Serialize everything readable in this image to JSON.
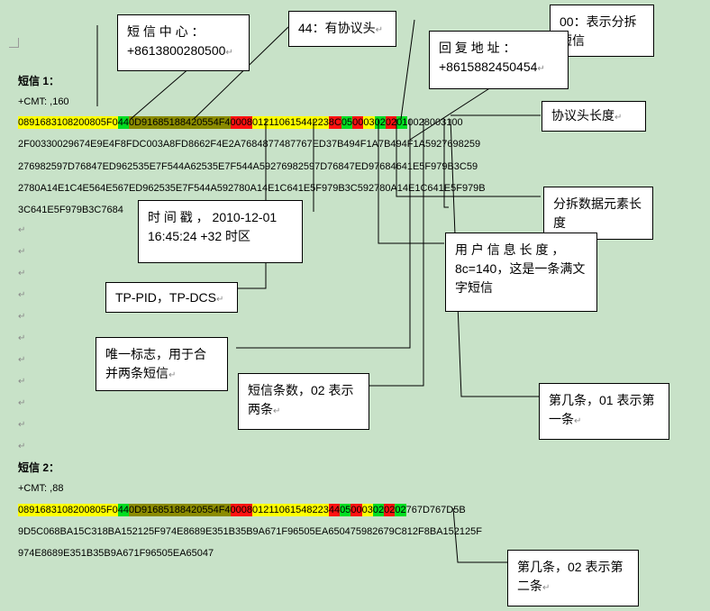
{
  "msg1": {
    "title": "短信 1：",
    "cmt": "+CMT: ,160",
    "line1": [
      {
        "t": "0891683108200805F0",
        "c": "y"
      },
      {
        "t": "44",
        "c": "g"
      },
      {
        "t": "0D91685188420554F4",
        "c": "o"
      },
      {
        "t": "0008",
        "c": "r"
      },
      {
        "t": "01211061544223",
        "c": "y"
      },
      {
        "t": "8C",
        "c": "r"
      },
      {
        "t": "05",
        "c": "g"
      },
      {
        "t": "00",
        "c": "r"
      },
      {
        "t": "03",
        "c": "y"
      },
      {
        "t": "02",
        "c": "g"
      },
      {
        "t": "02",
        "c": "r"
      },
      {
        "t": "01",
        "c": "g"
      },
      {
        "t": "0028003100",
        "c": "n"
      }
    ],
    "line2": "2F00330029674E9E4F8FDC003A8FD8662F4E2A7684877487767ED37B494F1A7B494F1A5927698259",
    "line3": "276982597D76847ED962535E7F544A62535E7F544A59276982597D76847ED97684641E5F979B3C59",
    "line4": "2780A14E1C4E564E567ED962535E7F544A592780A14E1C641E5F979B3C592780A14E1C641E5F979B",
    "line5": "3C641E5F979B3C7684"
  },
  "msg2": {
    "title": "短信 2：",
    "cmt": "+CMT: ,88",
    "line1": [
      {
        "t": "0891683108200805F0",
        "c": "y"
      },
      {
        "t": "44",
        "c": "g"
      },
      {
        "t": "0D91685188420554F4",
        "c": "o"
      },
      {
        "t": "0008",
        "c": "r"
      },
      {
        "t": "01211061548223",
        "c": "y"
      },
      {
        "t": "44",
        "c": "r"
      },
      {
        "t": "05",
        "c": "g"
      },
      {
        "t": "00",
        "c": "r"
      },
      {
        "t": "03",
        "c": "y"
      },
      {
        "t": "02",
        "c": "g"
      },
      {
        "t": "02",
        "c": "r"
      },
      {
        "t": "02",
        "c": "g"
      },
      {
        "t": "767D767D5B",
        "c": "n"
      }
    ],
    "line2": "9D5C068BA15C318BA152125F974E8689E351B35B9A671F96505EA650475982679C812F8BA152125F",
    "line3": "974E8689E351B35B9A671F96505EA65047"
  },
  "callouts": {
    "smsc": "短 信 中 心 ：+8613800280500",
    "protocol_head": "44：有协议头",
    "reply_addr": "回 复 地 址 ：+8615882450454",
    "split_flag": "00：表示分拆短信",
    "udh_len": "协议头长度",
    "split_elem_len": "分拆数据元素长度",
    "timestamp": "时 间 戳 ，  2010-12-01 16:45:24 +32 时区",
    "user_len": "用 户 信 息 长 度 ，8c=140，这是一条满文字短信",
    "pid_dcs": "TP-PID，TP-DCS",
    "unique": "唯一标志，用于合并两条短信",
    "count": "短信条数，02 表示两条",
    "nth1": "第几条，01 表示第一条",
    "nth2": "第几条，02 表示第二条"
  },
  "para_mark": "↵",
  "colors": {
    "yellow": "#ffff00",
    "green": "#00dd22",
    "olive": "#8b8b00",
    "red": "#ff1111",
    "bg": "#c8e2c8"
  }
}
